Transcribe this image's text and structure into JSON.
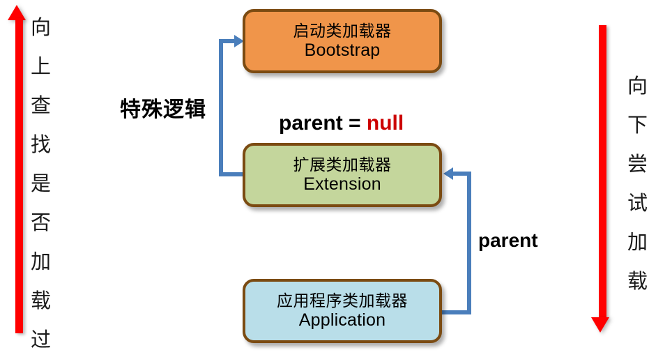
{
  "diagram": {
    "title": "Java class loader parent delegation model",
    "colors": {
      "bootstrap_fill": "#F0954A",
      "extension_fill": "#C4D69C",
      "application_fill": "#B9DEE9",
      "box_border": "#7B4B12",
      "connector_blue": "#4A7EBB",
      "arrow_red": "#FF0000",
      "null_red": "#CC0000"
    },
    "nodes": [
      {
        "id": "bootstrap",
        "cn": "启动类加载器",
        "en": "Bootstrap"
      },
      {
        "id": "extension",
        "cn": "扩展类加载器",
        "en": "Extension"
      },
      {
        "id": "application",
        "cn": "应用程序类加载器",
        "en": "Application"
      }
    ],
    "side_labels": {
      "left": {
        "name": "upward-lookup-label",
        "text": "向上查找是否加载过",
        "chars": [
          "向",
          "上",
          "查",
          "找",
          "是",
          "否",
          "加",
          "载",
          "过"
        ]
      },
      "right": {
        "name": "downward-load-label",
        "text": "向下尝试加载",
        "chars": [
          "向",
          "下",
          "尝",
          "试",
          "加",
          "载"
        ]
      }
    },
    "annotations": {
      "special_logic": "特殊逻辑",
      "parent_null_prefix": "parent = ",
      "parent_null_value": "null",
      "parent": "parent"
    },
    "arrows": {
      "left_red": "up-arrow",
      "right_red": "down-arrow",
      "left_connector": "extension-to-bootstrap",
      "right_connector": "application-to-extension"
    }
  }
}
